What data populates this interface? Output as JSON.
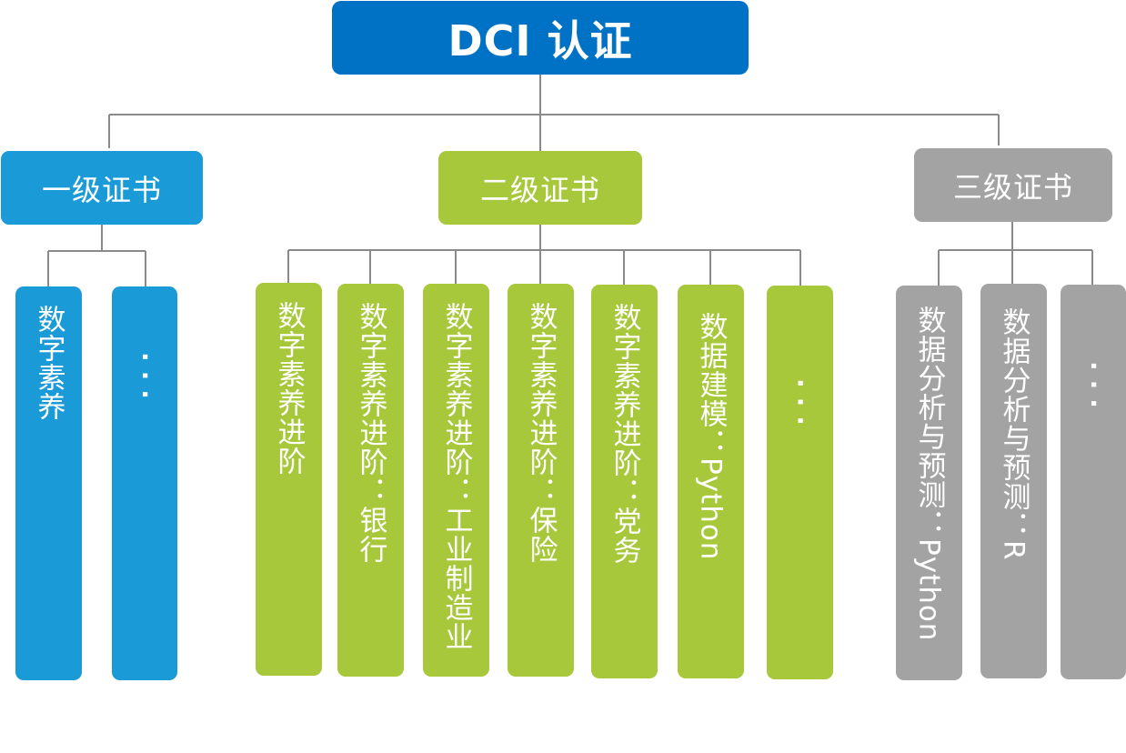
{
  "title": "DCI 认证",
  "colors": {
    "root": "#0072c6",
    "level1": "#1a9ad6",
    "level2": "#a6c83a",
    "level3": "#a3a3a3",
    "line": "#8a8a8a"
  },
  "levels": [
    {
      "label": "一级证书",
      "items": [
        "数字素养",
        "···"
      ]
    },
    {
      "label": "二级证书",
      "items": [
        "数字素养进阶",
        "数字素养进阶：银行",
        "数字素养进阶：工业制造业",
        "数字素养进阶：保险",
        "数字素养进阶：党务",
        "数据建模：Python",
        "···"
      ]
    },
    {
      "label": "三级证书",
      "items": [
        "数据分析与预测：Python",
        "数据分析与预测：R",
        "···"
      ]
    }
  ]
}
